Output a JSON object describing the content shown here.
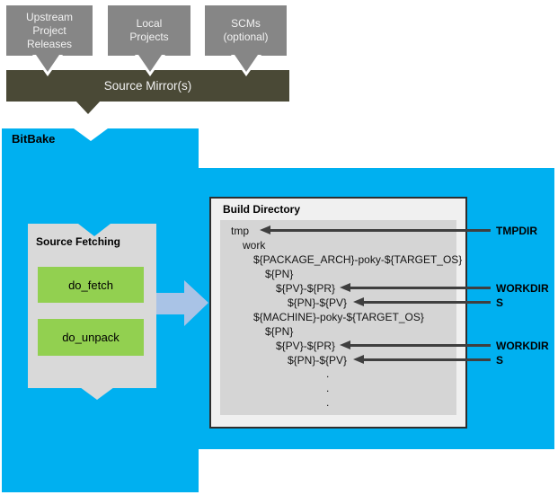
{
  "top": {
    "boxes": [
      {
        "label": "Upstream Project Releases"
      },
      {
        "label": "Local Projects"
      },
      {
        "label": "SCMs (optional)"
      }
    ],
    "mirror_label": "Source Mirror(s)"
  },
  "bitbake": {
    "label": "BitBake",
    "source_fetching": {
      "title": "Source Fetching",
      "tasks": [
        {
          "label": "do_fetch"
        },
        {
          "label": "do_unpack"
        }
      ]
    }
  },
  "build_directory": {
    "title": "Build Directory",
    "tree": [
      {
        "text": "tmp"
      },
      {
        "text": "work"
      },
      {
        "text": "${PACKAGE_ARCH}-poky-${TARGET_OS}"
      },
      {
        "text": "${PN}"
      },
      {
        "text": "${PV}-${PR}"
      },
      {
        "text": "${PN}-${PV}"
      },
      {
        "text": "${MACHINE}-poky-${TARGET_OS}"
      },
      {
        "text": "${PN}"
      },
      {
        "text": "${PV}-${PR}"
      },
      {
        "text": "${PN}-${PV}"
      },
      {
        "text": "."
      },
      {
        "text": "."
      },
      {
        "text": "."
      }
    ]
  },
  "annotations": [
    {
      "label": "TMPDIR"
    },
    {
      "label": "WORKDIR"
    },
    {
      "label": "S"
    },
    {
      "label": "WORKDIR"
    },
    {
      "label": "S"
    }
  ],
  "colors": {
    "cyan": "#00b0f0",
    "olive": "#4a4936",
    "gray_box": "#868686",
    "light_gray": "#d9d9d9",
    "green": "#92d050",
    "flow_arrow_blue": "#a9c3e6",
    "annotation_arrow": "#3f3f3f"
  }
}
